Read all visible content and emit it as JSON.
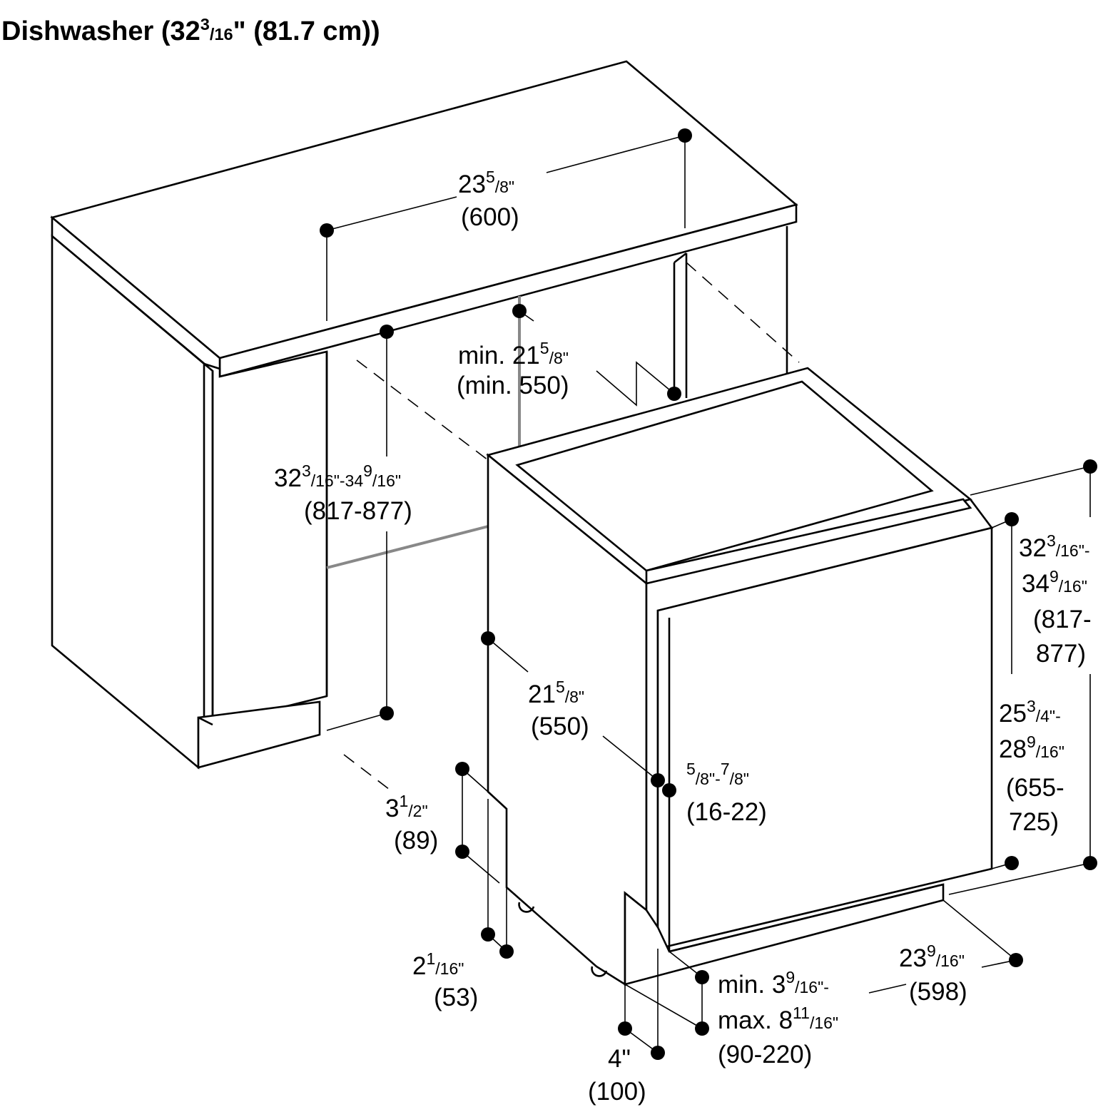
{
  "title": {
    "main": "Dishwasher (32",
    "sup": "3",
    "sub": "/16",
    "tail": "\" (81.7 cm))"
  },
  "dimensions": {
    "countertop_width": {
      "n": "23",
      "sup": "5",
      "sub": "/8\"",
      "metric": "(600)"
    },
    "niche_depth": {
      "n": "min. 21",
      "sup": "5",
      "sub": "/8\"",
      "metric": "(min. 550)"
    },
    "niche_height": {
      "n1": "32",
      "sup1": "3",
      "sub1": "/16\"-34",
      "sup2": "9",
      "sub2": "/16\"",
      "metric": "(817-877)"
    },
    "unit_depth": {
      "n": "21",
      "sup": "5",
      "sub": "/8\"",
      "metric": "(550)"
    },
    "plinth_height": {
      "n": "3",
      "sup": "1",
      "sub": "/2\"",
      "metric": "(89)"
    },
    "foot_offset": {
      "n": "2",
      "sup": "1",
      "sub": "/16\"",
      "metric": "(53)"
    },
    "door_thickness": {
      "sup1": "5",
      "sub1": "/8\"-",
      "sup2": "7",
      "sub2": "/8\"",
      "metric": "(16-22)"
    },
    "unit_height": {
      "l1_n": "32",
      "l1_sup": "3",
      "l1_sub": "/16\"-",
      "l2_n": "34",
      "l2_sup": "9",
      "l2_sub": "/16\"",
      "metric_l1": "(817-",
      "metric_l2": "877)"
    },
    "door_height": {
      "l1_n": "25",
      "l1_sup": "3",
      "l1_sub": "/4\"-",
      "l2_n": "28",
      "l2_sup": "9",
      "l2_sub": "/16\"",
      "metric_l1": "(655-",
      "metric_l2": "725)"
    },
    "unit_width": {
      "n": "23",
      "sup": "9",
      "sub": "/16\"",
      "metric": "(598)"
    },
    "toe_kick_depth": {
      "l1_n": "min. 3",
      "l1_sup": "9",
      "l1_sub": "/16\"-",
      "l2_n": "max. 8",
      "l2_sup": "11",
      "l2_sub": "/16\"",
      "metric": "(90-220)"
    },
    "toe_kick_height": {
      "n": "4\"",
      "metric": "(100)"
    }
  }
}
